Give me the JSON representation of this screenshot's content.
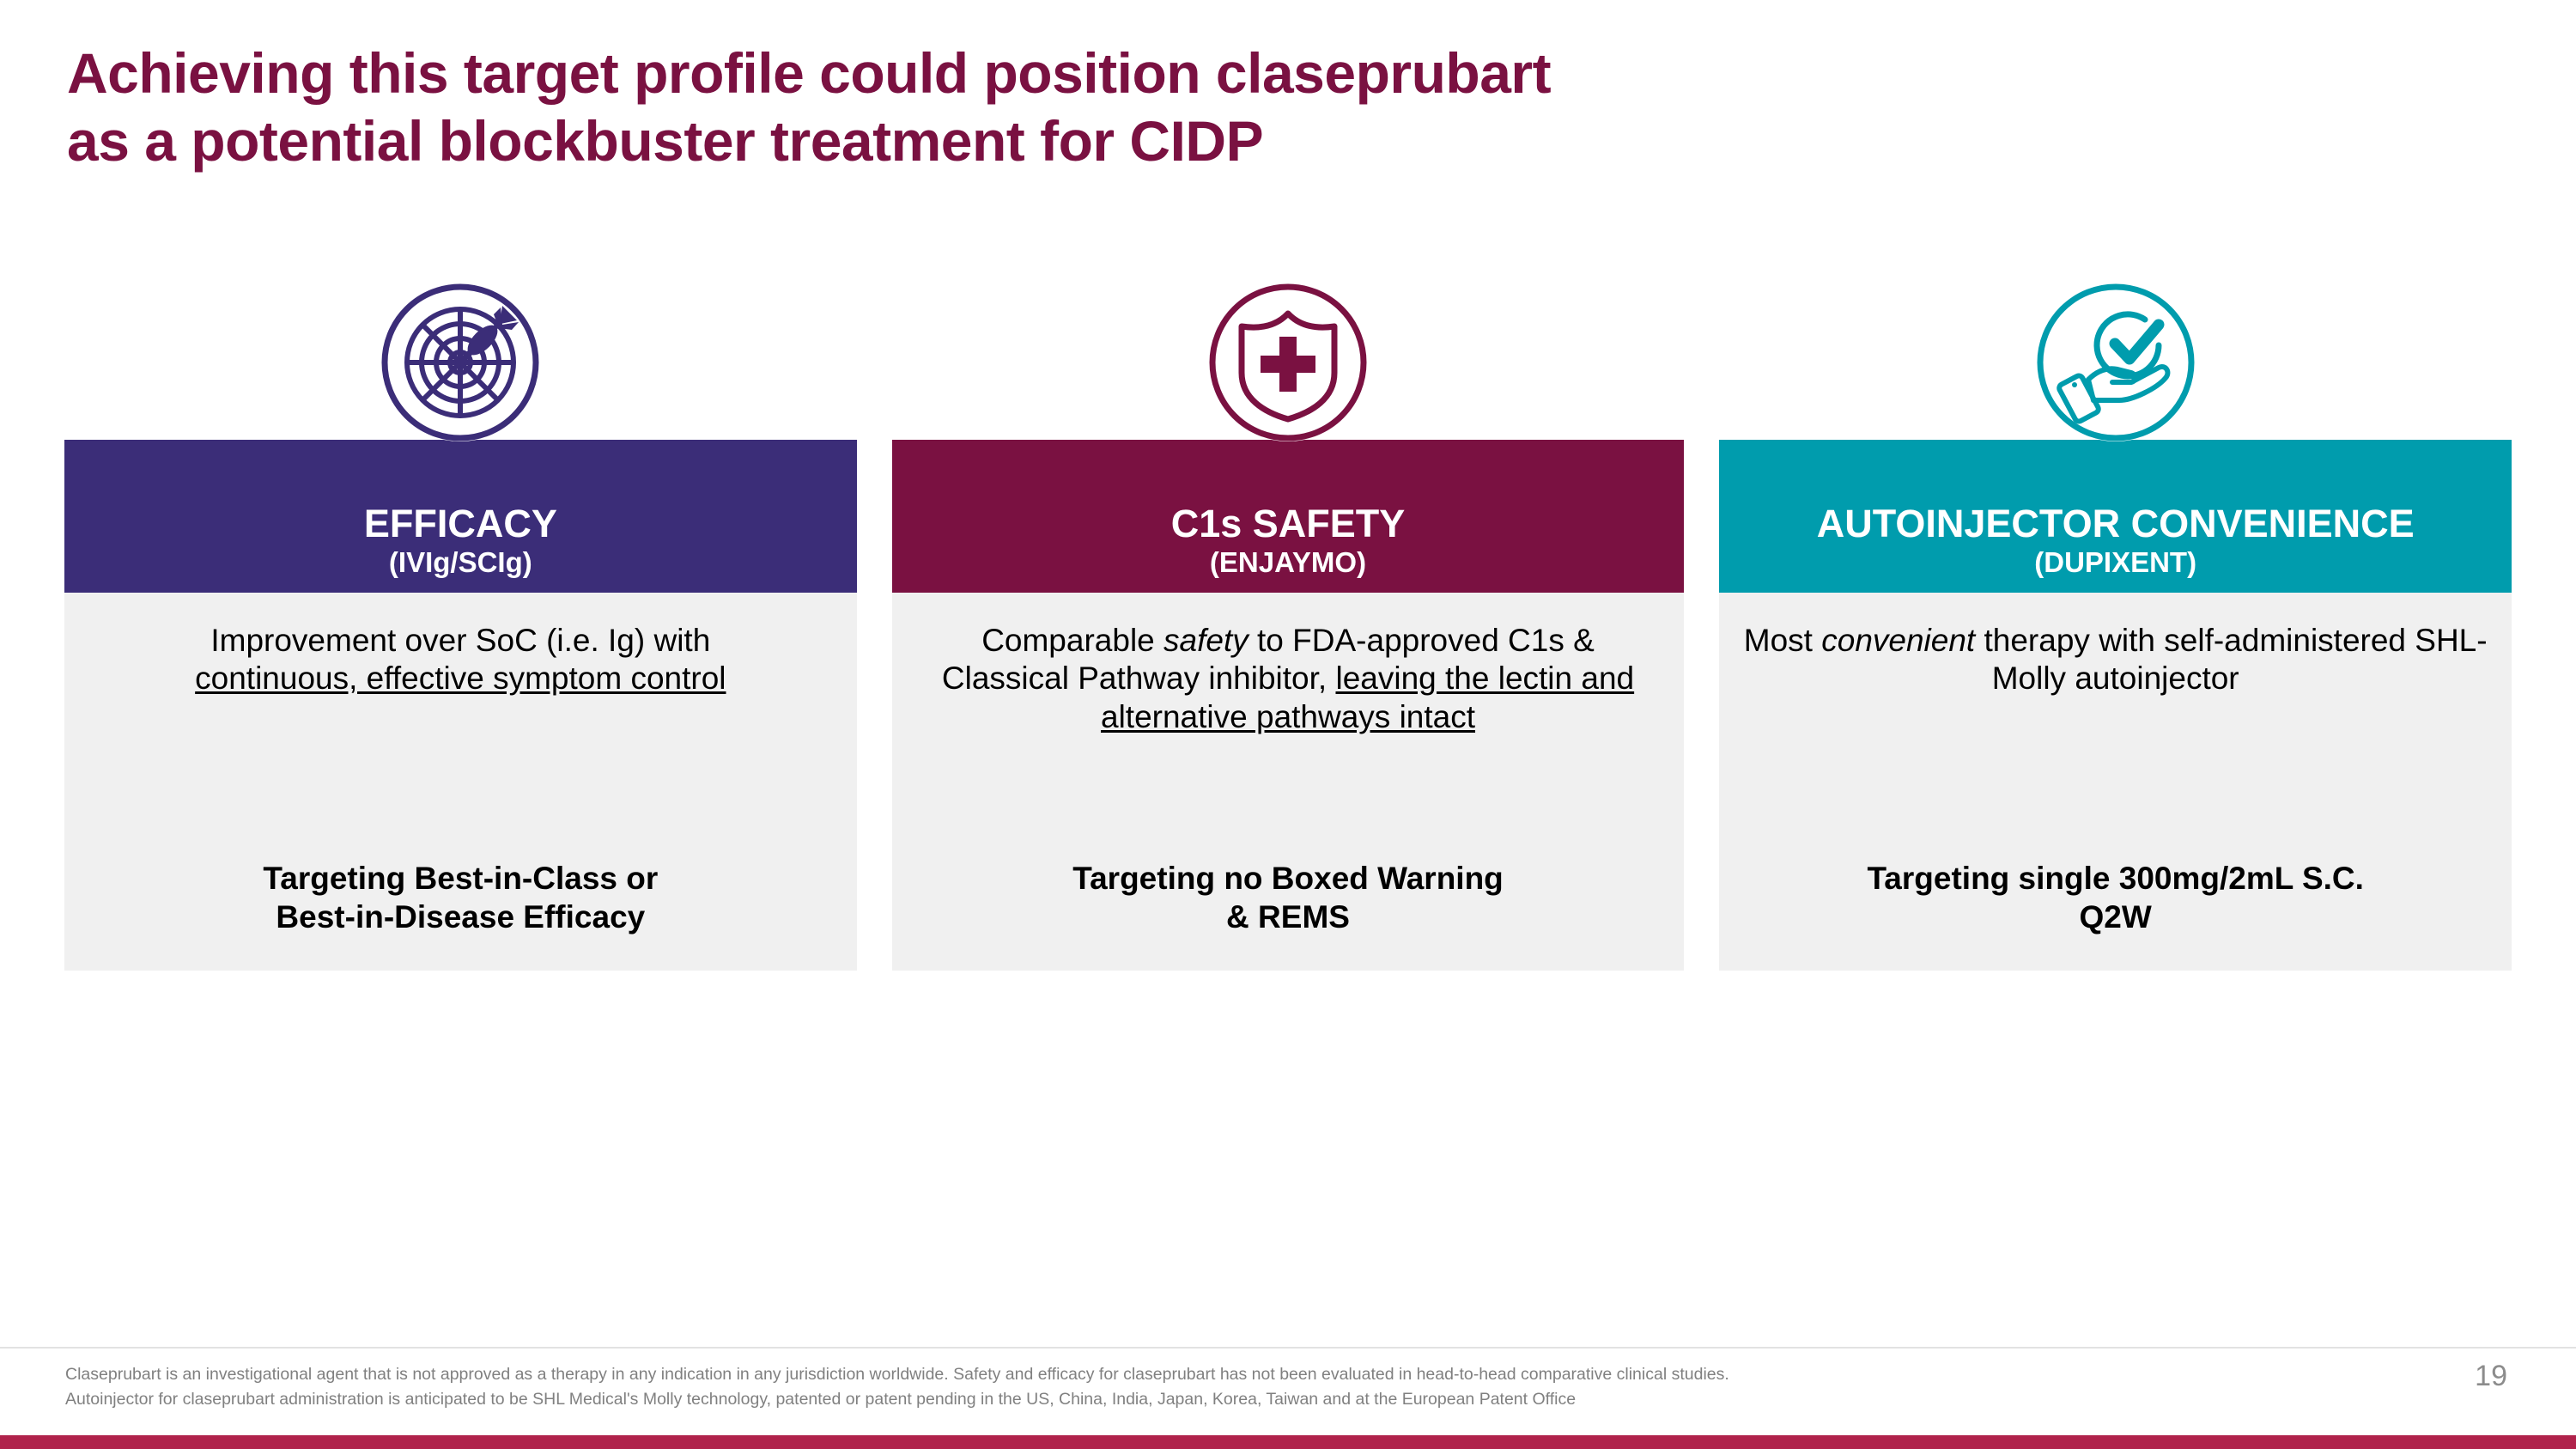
{
  "slide": {
    "title_lines": [
      "Achieving this target profile could position claseprubart",
      "as a potential blockbuster treatment for CIDP"
    ],
    "page_number": "19",
    "colors": {
      "title_maroon": "#7A1141",
      "card1_purple": "#3B2D78",
      "card2_maroon": "#7A1141",
      "card3_teal": "#009CAD",
      "body_gray": "#F0F0F0",
      "bottom_bar": "#B0224B",
      "footnote_gray": "#808080"
    }
  },
  "cards": [
    {
      "icon": "target-arrow-icon",
      "accent": "#3B2D78",
      "header_main": "EFFICACY",
      "header_sub": "(IVIg/SCIg)",
      "desc_part1": "Improvement over SoC (i.e. Ig) with",
      "desc_underlined": "continuous, effective symptom control",
      "footer_lines": [
        "Targeting Best-in-Class or",
        "Best-in-Disease Efficacy"
      ]
    },
    {
      "icon": "shield-cross-icon",
      "accent": "#7A1141",
      "header_main": "C1s SAFETY",
      "header_sub": "(ENJAYMO)",
      "desc_pre": "Comparable ",
      "desc_italic": "safety",
      "desc_mid": " to FDA-approved C1s & Classical Pathway inhibitor,",
      "desc_underlined": "leaving the lectin and alternative pathways intact",
      "footer_lines": [
        "Targeting no Boxed Warning",
        "& REMS"
      ]
    },
    {
      "icon": "hand-check-icon",
      "accent": "#009CAD",
      "header_main": "AUTOINJECTOR CONVENIENCE",
      "header_sub": "(DUPIXENT)",
      "desc_pre": "Most ",
      "desc_italic": "convenient",
      "desc_mid": " therapy with self-administered SHL-Molly autoinjector",
      "footer_lines": [
        "Targeting single 300mg/2mL S.C.",
        "Q2W"
      ]
    }
  ],
  "footnote": {
    "line1": "Claseprubart is an investigational agent that is not approved as a therapy in any indication in any jurisdiction worldwide. Safety and efficacy for claseprubart has not been evaluated in head-to-head comparative clinical studies.",
    "line2": "Autoinjector for claseprubart administration is anticipated to be SHL Medical's Molly technology, patented or patent pending in the US, China, India, Japan, Korea, Taiwan and at the European Patent Office"
  }
}
